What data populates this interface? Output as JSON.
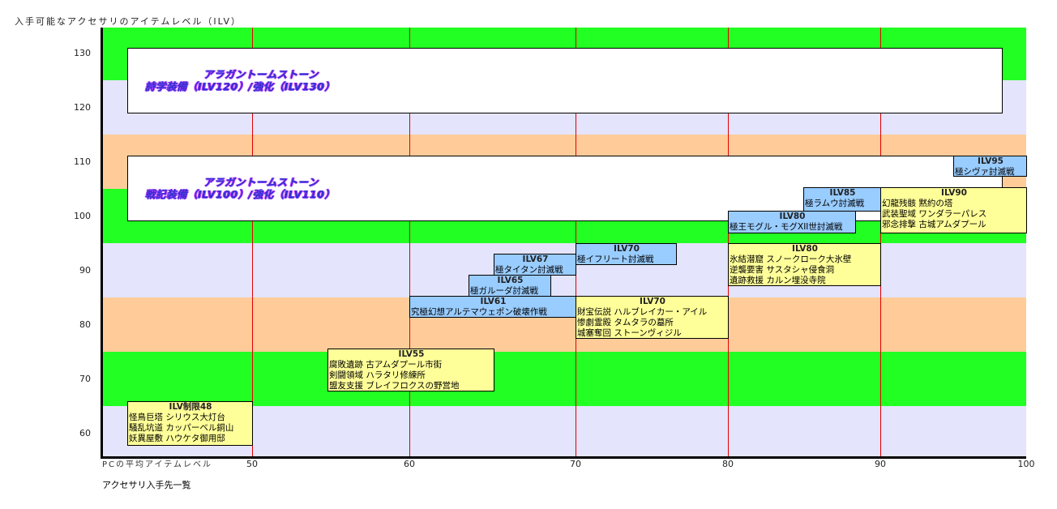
{
  "chart_data": {
    "type": "table",
    "title": "入手可能なアクセサリのアイテムレベル（ILV）",
    "xlabel": "PCの平均アイテムレベル",
    "footer": "アクセサリ入手先一覧",
    "xlim": [
      40,
      100
    ],
    "ylim": [
      55,
      135
    ],
    "x_ticks": [
      "50",
      "60",
      "70",
      "80",
      "90",
      "100"
    ],
    "y_ticks": [
      "130",
      "120",
      "110",
      "100",
      "90",
      "80",
      "70",
      "60"
    ],
    "band_colors": [
      "#22ff22",
      "#e4e4fc",
      "#ffcc99"
    ],
    "big_boxes": [
      {
        "line1": "アラガントームストーン",
        "line2": "詩学装備（ILV120）/強化（ILV130）"
      },
      {
        "line1": "アラガントームストーン",
        "line2": "戦記装備（ILV100）/強化（ILV110）"
      }
    ],
    "boxes": [
      {
        "header": "ILV95",
        "lines": [
          "極シヴァ討滅戦"
        ]
      },
      {
        "header": "ILV90",
        "lines": [
          "幻龍残骸 黙約の塔",
          "武装聖域 ワンダラーパレス",
          "邪念排撃 古城アムダプール"
        ]
      },
      {
        "header": "ILV85",
        "lines": [
          "極ラムウ討滅戦"
        ]
      },
      {
        "header": "ILV80",
        "lines": [
          "極王モグル・モグXII世討滅戦"
        ]
      },
      {
        "header": "ILV80",
        "lines": [
          "氷結潜窟 スノークローク大氷壁",
          "逆襲要害 サスタシャ侵食洞",
          "遺跡救援 カルン埋没寺院"
        ]
      },
      {
        "header": "ILV70",
        "lines": [
          "極イフリート討滅戦"
        ]
      },
      {
        "header": "ILV67",
        "lines": [
          "極タイタン討滅戦"
        ]
      },
      {
        "header": "ILV65",
        "lines": [
          "極ガルーダ討滅戦"
        ]
      },
      {
        "header": "ILV61",
        "lines": [
          "究極幻想アルテマウェポン破壊作戦"
        ]
      },
      {
        "header": "ILV70",
        "lines": [
          "財宝伝説 ハルブレイカー・アイル",
          "惨劇霊殿 タムタラの墓所",
          "城塞奪回 ストーンヴィジル"
        ]
      },
      {
        "header": "ILV55",
        "lines": [
          "腐敗遺跡 古アムダプール市街",
          "剣闘領域 ハラタリ修練所",
          "盟友支援 ブレイフロクスの野営地"
        ]
      },
      {
        "header": "ILV制限48",
        "lines": [
          "怪鳥巨塔 シリウス大灯台",
          "騒乱坑道 カッパーベル銅山",
          "妖異屋敷 ハウケタ御用邸"
        ]
      }
    ]
  }
}
